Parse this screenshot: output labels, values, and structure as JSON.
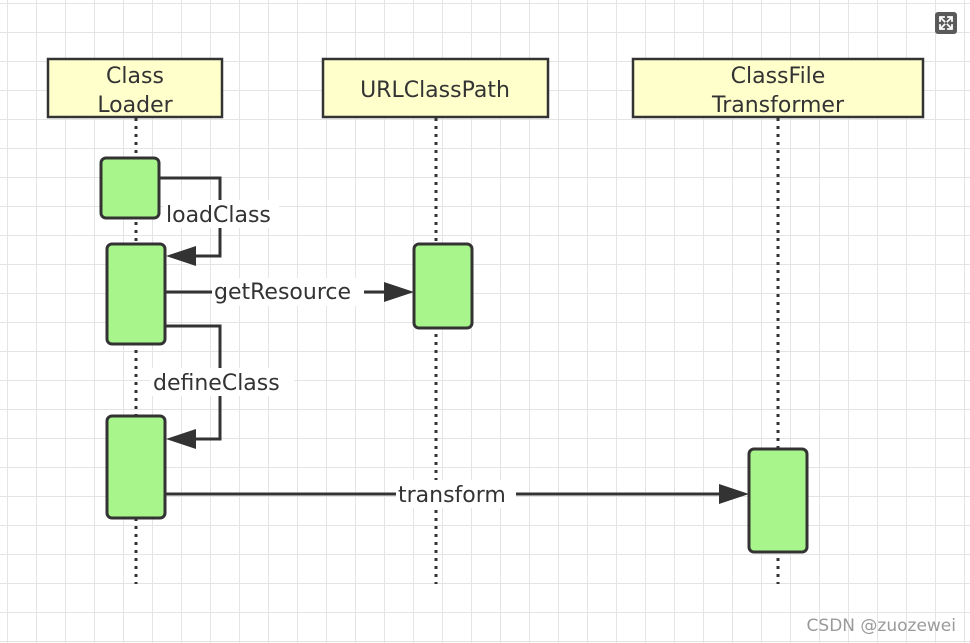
{
  "lifelines": [
    {
      "line1": "Class",
      "line2": "Loader"
    },
    {
      "line1": "URLClassPath",
      "line2": ""
    },
    {
      "line1": "ClassFile",
      "line2": "Transformer"
    }
  ],
  "messages": [
    {
      "label": "loadClass"
    },
    {
      "label": "getResource"
    },
    {
      "label": "defineClass"
    },
    {
      "label": "transform"
    }
  ],
  "watermark": "CSDN @zuozewei",
  "expand_icon": "expand-icon",
  "colors": {
    "lifeline_fill": "#ffffcc",
    "activation_fill": "#a8f58b",
    "stroke": "#333333",
    "grid": "#e4e4e4"
  }
}
